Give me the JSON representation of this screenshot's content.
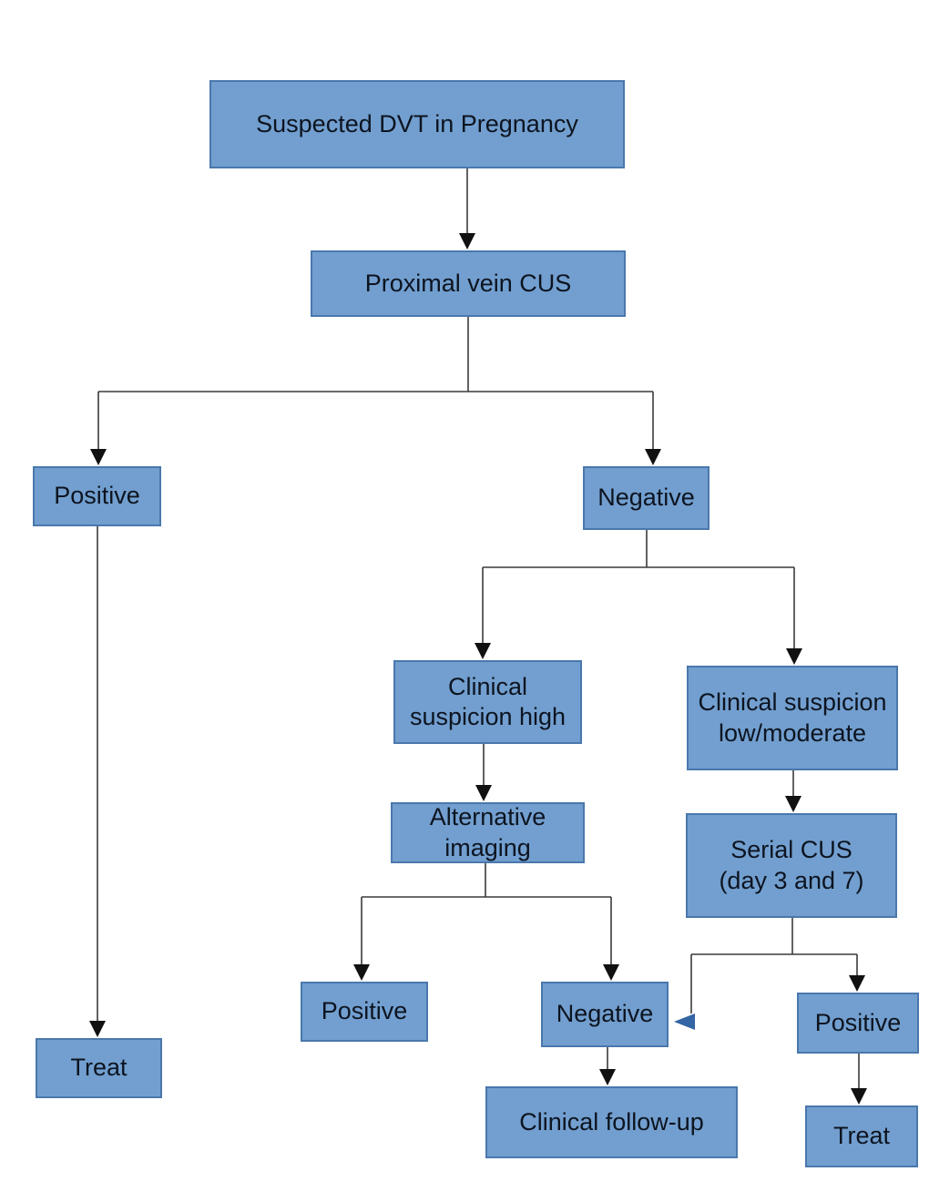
{
  "diagram": {
    "type": "flowchart",
    "topic": "Suspected DVT in Pregnancy"
  },
  "colors": {
    "node_fill": "#729fcf",
    "node_border": "#4a78ad",
    "text": "#0d1420",
    "connector": "#3a3a3a",
    "arrow": "#111111",
    "special_arrow": "#3465a4",
    "background": "#ffffff"
  },
  "nodes": {
    "suspected": {
      "label": "Suspected DVT in Pregnancy"
    },
    "proximal": {
      "label": "Proximal vein CUS"
    },
    "cus_positive": {
      "label": "Positive"
    },
    "cus_negative": {
      "label": "Negative"
    },
    "suspicion_high": {
      "label": "Clinical suspicion high"
    },
    "suspicion_low_moderate": {
      "label": "Clinical suspicion low/moderate"
    },
    "alternative_imaging": {
      "label": "Alternative imaging"
    },
    "serial_cus": {
      "label": "Serial CUS (day 3 and 7)"
    },
    "alt_positive": {
      "label": "Positive"
    },
    "alt_negative": {
      "label": "Negative"
    },
    "clinical_follow_up": {
      "label": "Clinical follow-up"
    },
    "serial_positive": {
      "label": "Positive"
    },
    "treat_serial": {
      "label": "Treat"
    },
    "treat_primary": {
      "label": "Treat"
    }
  },
  "edges": [
    {
      "from": "suspected",
      "to": "proximal"
    },
    {
      "from": "proximal",
      "to": "cus_positive"
    },
    {
      "from": "proximal",
      "to": "cus_negative"
    },
    {
      "from": "cus_positive",
      "to": "treat_primary"
    },
    {
      "from": "cus_negative",
      "to": "suspicion_high"
    },
    {
      "from": "cus_negative",
      "to": "suspicion_low_moderate"
    },
    {
      "from": "suspicion_high",
      "to": "alternative_imaging"
    },
    {
      "from": "suspicion_low_moderate",
      "to": "serial_cus"
    },
    {
      "from": "alternative_imaging",
      "to": "alt_positive"
    },
    {
      "from": "alternative_imaging",
      "to": "alt_negative"
    },
    {
      "from": "serial_cus",
      "to": "alt_negative",
      "style": "blue-arrowhead"
    },
    {
      "from": "serial_cus",
      "to": "serial_positive"
    },
    {
      "from": "alt_negative",
      "to": "clinical_follow_up"
    },
    {
      "from": "serial_positive",
      "to": "treat_serial"
    }
  ]
}
